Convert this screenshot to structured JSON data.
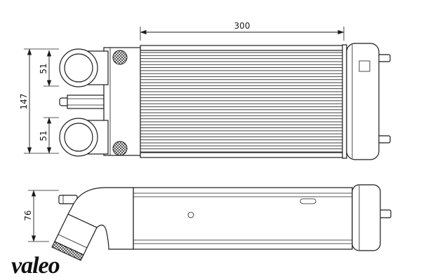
{
  "drawing": {
    "dimensions": {
      "core_width": "300",
      "overall_height": "147",
      "upper_port_span": "51",
      "lower_port_span": "51",
      "side_view_height": "76"
    },
    "brand": {
      "logo": "valeo"
    }
  }
}
